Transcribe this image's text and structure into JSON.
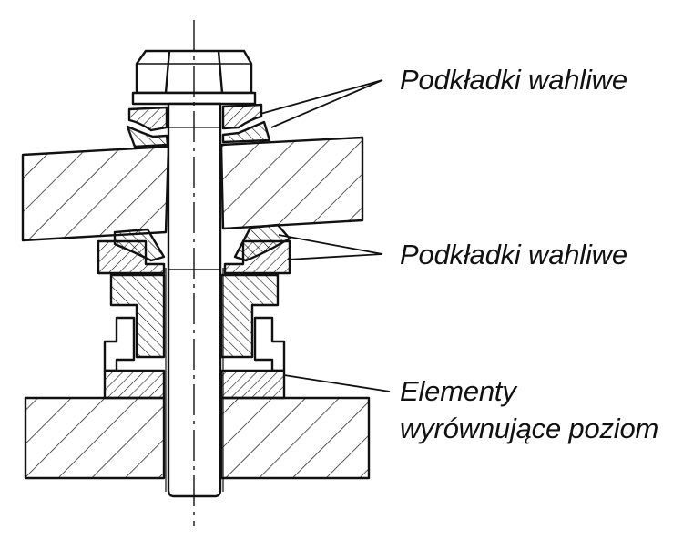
{
  "labels": {
    "washers_top": "Podkładki wahliwe",
    "washers_bottom": "Podkładki wahliwe",
    "leveling_line1": "Elementy",
    "leveling_line2": "wyrównujące poziom"
  },
  "colors": {
    "ink": "#111111",
    "background": "#ffffff"
  }
}
